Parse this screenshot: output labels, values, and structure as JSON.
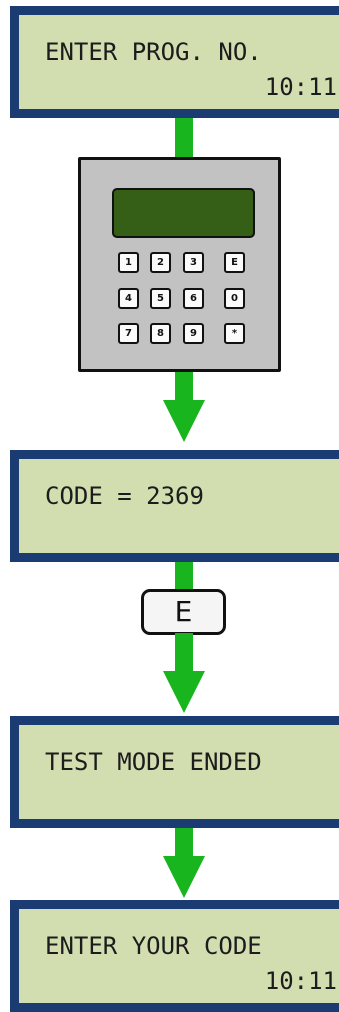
{
  "screens": [
    {
      "line1": "ENTER PROG. NO.",
      "line2": "10:11"
    },
    {
      "line1": "CODE = 2369",
      "line2": ""
    },
    {
      "line1": "TEST MODE ENDED",
      "line2": ""
    },
    {
      "line1": "ENTER YOUR CODE",
      "line2": "10:11"
    }
  ],
  "keypad": {
    "keys": [
      "1",
      "2",
      "3",
      "E",
      "4",
      "5",
      "6",
      "0",
      "7",
      "8",
      "9",
      "*"
    ]
  },
  "enter_key": {
    "label": "E"
  },
  "colors": {
    "lcd_background": "#d3deb0",
    "lcd_border": "#1a3c72",
    "arrow": "#18b51e",
    "keypad_body": "#c2c2c2",
    "keypad_screen": "#355f17"
  }
}
